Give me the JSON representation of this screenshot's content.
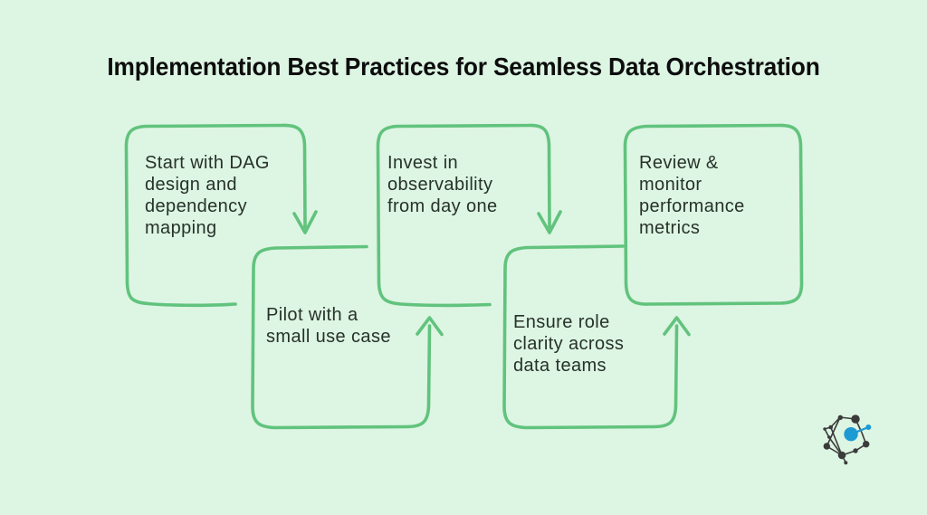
{
  "title": "Implementation Best Practices for Seamless Data Orchestration",
  "theme": {
    "background": "#ddf5e3",
    "accent_green": "#61c37d",
    "text_dark": "#273229",
    "title_color": "#0d0d0d",
    "logo_dark": "#3b3b3b",
    "logo_blue": "#1d9ad2"
  },
  "diagram": {
    "steps": [
      {
        "label": "Start with DAG\ndesign and\ndependency\nmapping"
      },
      {
        "label": "Pilot with a\nsmall use case"
      },
      {
        "label": "Invest in\nobservability\nfrom day one"
      },
      {
        "label": "Ensure role\nclarity across\ndata teams"
      },
      {
        "label": "Review &\nmonitor\nperformance\nmetrics"
      }
    ]
  }
}
